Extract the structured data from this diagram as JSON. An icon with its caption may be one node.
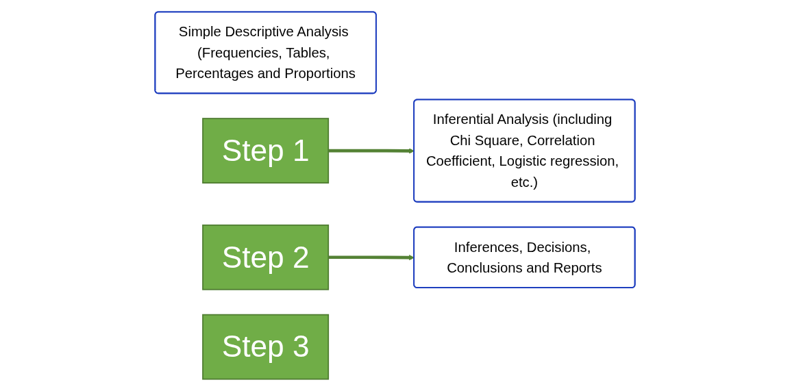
{
  "diagram": {
    "nodes": [
      {
        "text": [
          "Simple Descriptive Analysis (Frequencies, Tables, Percentages and Proportions"
        ]
      },
      {
        "text": [
          "Step 1"
        ]
      },
      {
        "text": [
          "Inferential Analysis (including Chi Square, Correlation Coefficient, Logistic regression, etc.)"
        ]
      },
      {
        "text": [
          "Step 2"
        ]
      },
      {
        "text": [
          "Inferences, Decisions, Conclusions and Reports"
        ]
      },
      {
        "text": [
          "Step 3"
        ]
      }
    ],
    "edges": [
      {
        "from": 1,
        "to": 2,
        "arrow": "to"
      },
      {
        "from": 3,
        "to": 4,
        "arrow": "to"
      }
    ]
  }
}
